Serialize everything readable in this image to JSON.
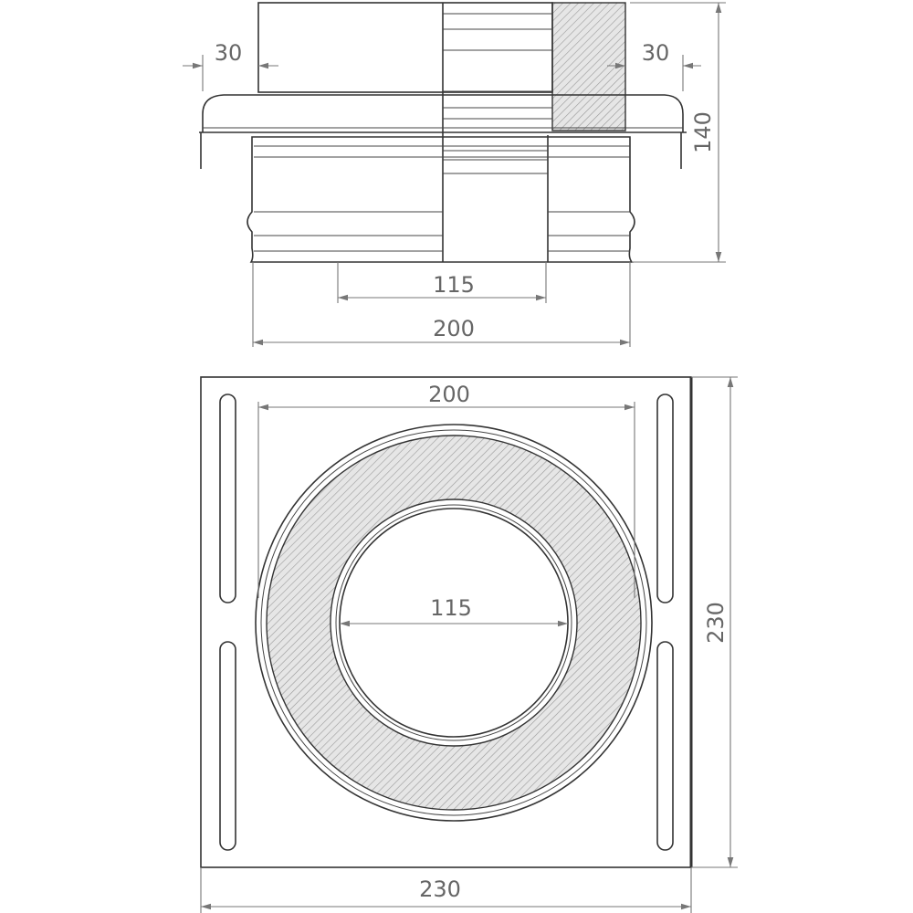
{
  "side_view": {
    "dim_flange_left": "30",
    "dim_flange_right": "30",
    "dim_height": "140",
    "dim_inner_diameter": "115",
    "dim_outer_diameter": "200"
  },
  "top_view": {
    "dim_outer_diameter": "200",
    "dim_inner_diameter": "115",
    "dim_plate_height": "230",
    "dim_plate_width": "230"
  },
  "colors": {
    "line": "#333333",
    "dimension": "#777777",
    "insulation_hatch": "#999999"
  }
}
